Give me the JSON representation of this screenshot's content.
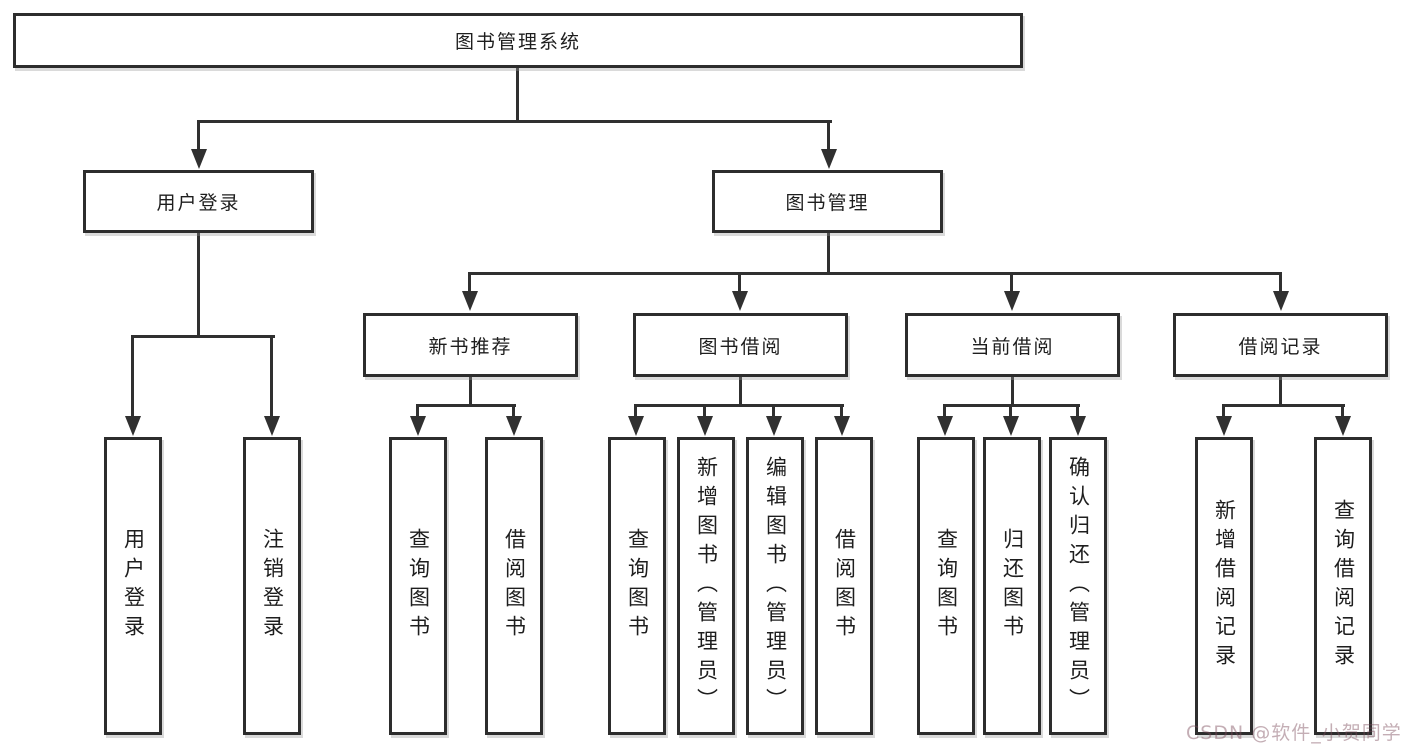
{
  "tree": {
    "label": "图书管理系统",
    "children": [
      {
        "label": "用户登录",
        "children": [
          {
            "label": "用户登录"
          },
          {
            "label": "注销登录"
          }
        ]
      },
      {
        "label": "图书管理",
        "children": [
          {
            "label": "新书推荐",
            "children": [
              {
                "label": "查询图书"
              },
              {
                "label": "借阅图书"
              }
            ]
          },
          {
            "label": "图书借阅",
            "children": [
              {
                "label": "查询图书"
              },
              {
                "label": "新增图书（管理员）"
              },
              {
                "label": "编辑图书（管理员）"
              },
              {
                "label": "借阅图书"
              }
            ]
          },
          {
            "label": "当前借阅",
            "children": [
              {
                "label": "查询图书"
              },
              {
                "label": "归还图书"
              },
              {
                "label": "确认归还（管理员）"
              }
            ]
          },
          {
            "label": "借阅记录",
            "children": [
              {
                "label": "新增借阅记录"
              },
              {
                "label": "查询借阅记录"
              }
            ]
          }
        ]
      }
    ]
  },
  "watermark": {
    "text": "CSDN @软件_小贺同学"
  },
  "colors": {
    "line": "#303030",
    "box_border": "#2d2d2d",
    "text": "#1e1e1e",
    "watermark": "#b98a99",
    "background": "#ffffff"
  }
}
